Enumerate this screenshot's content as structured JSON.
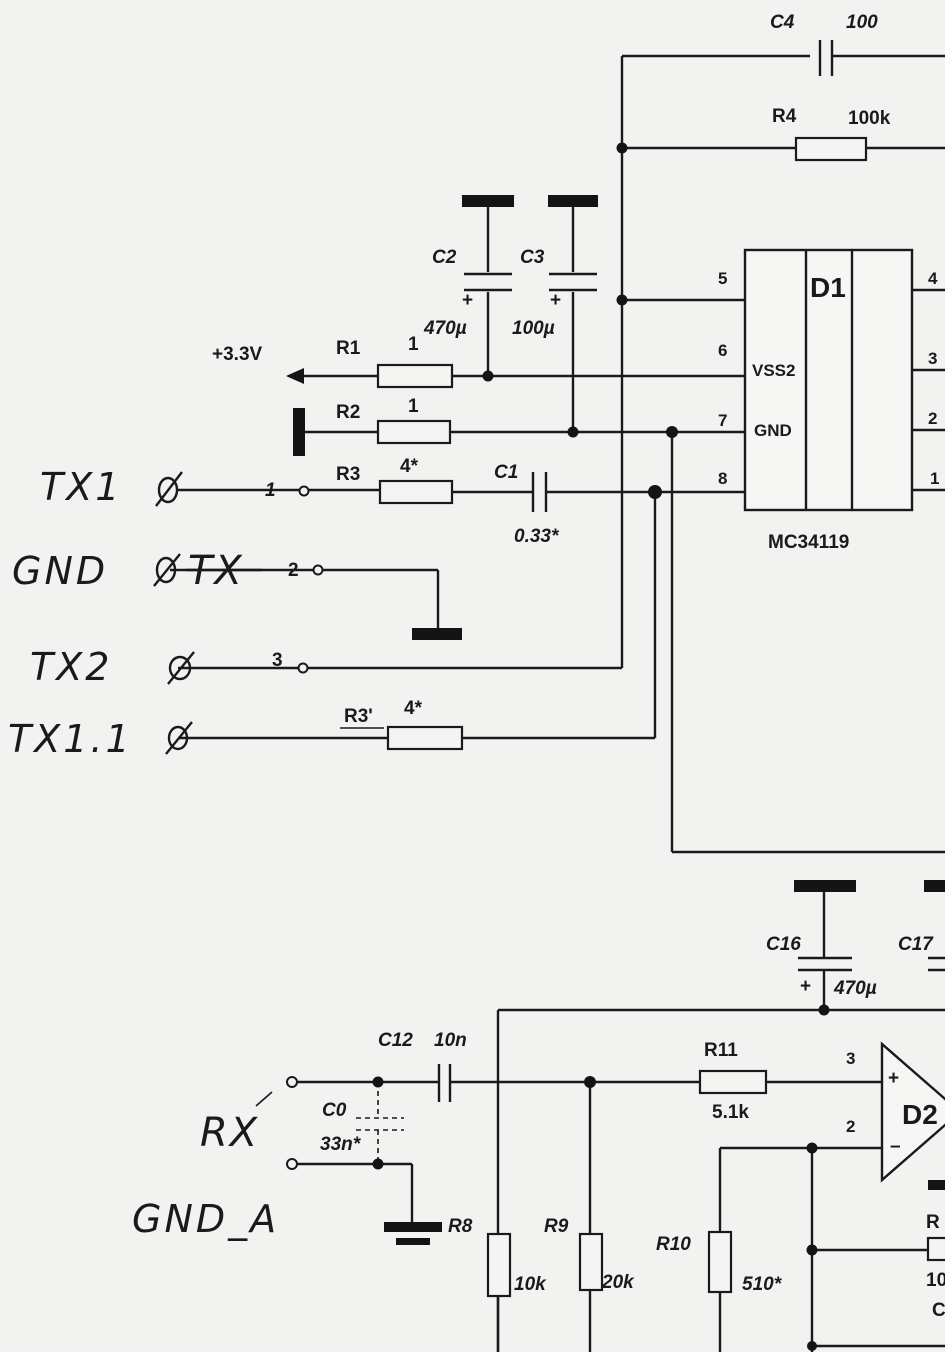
{
  "ic_d1": {
    "name": "D1",
    "part": "MC34119",
    "pins": {
      "p5": "5",
      "p6": "6",
      "p7": "7",
      "p8": "8",
      "r4": "4",
      "r3": "3",
      "r2": "2",
      "r1": "1"
    },
    "pin_labels": {
      "vss2": "VSS2",
      "gnd": "GND"
    }
  },
  "ic_d2": {
    "name": "D2",
    "pin3": "3",
    "pin2": "2",
    "plus": "+",
    "minus": "–"
  },
  "supply": {
    "label": "+3.3V"
  },
  "components": {
    "c4": {
      "ref": "C4",
      "value": "100"
    },
    "r4": {
      "ref": "R4",
      "value": "100k"
    },
    "c2": {
      "ref": "C2",
      "value": "470µ",
      "pol": "+"
    },
    "c3": {
      "ref": "C3",
      "value": "100µ",
      "pol": "+"
    },
    "r1": {
      "ref": "R1",
      "value": "1"
    },
    "r2": {
      "ref": "R2",
      "value": "1"
    },
    "r3": {
      "ref": "R3",
      "value": "4*"
    },
    "c1": {
      "ref": "C1",
      "value": "0.33*"
    },
    "r3b": {
      "ref": "R3'",
      "value": "4*"
    },
    "c16": {
      "ref": "C16",
      "value": "470µ",
      "pol": "+"
    },
    "c17": {
      "ref": "C17"
    },
    "c12": {
      "ref": "C12",
      "value": "10n"
    },
    "c0": {
      "ref": "C0",
      "value": "33n*"
    },
    "r11": {
      "ref": "R11",
      "value": "5.1k"
    },
    "r8": {
      "ref": "R8",
      "value": "10k"
    },
    "r9": {
      "ref": "R9",
      "value": "20k"
    },
    "r10": {
      "ref": "R10",
      "value": "510*"
    },
    "r_partial": {
      "ref": "R",
      "value": "10"
    },
    "c_partial": {
      "ref": "C"
    }
  },
  "connector": {
    "pin1": "1",
    "pin2": "2",
    "pin3": "3",
    "pin2_struck": "TX"
  },
  "handwritten": {
    "tx1": "TX1",
    "gnd": "GND",
    "tx2": "TX2",
    "tx11": "TX1.1",
    "rx": "RX",
    "gnd_a": "GND_A"
  }
}
